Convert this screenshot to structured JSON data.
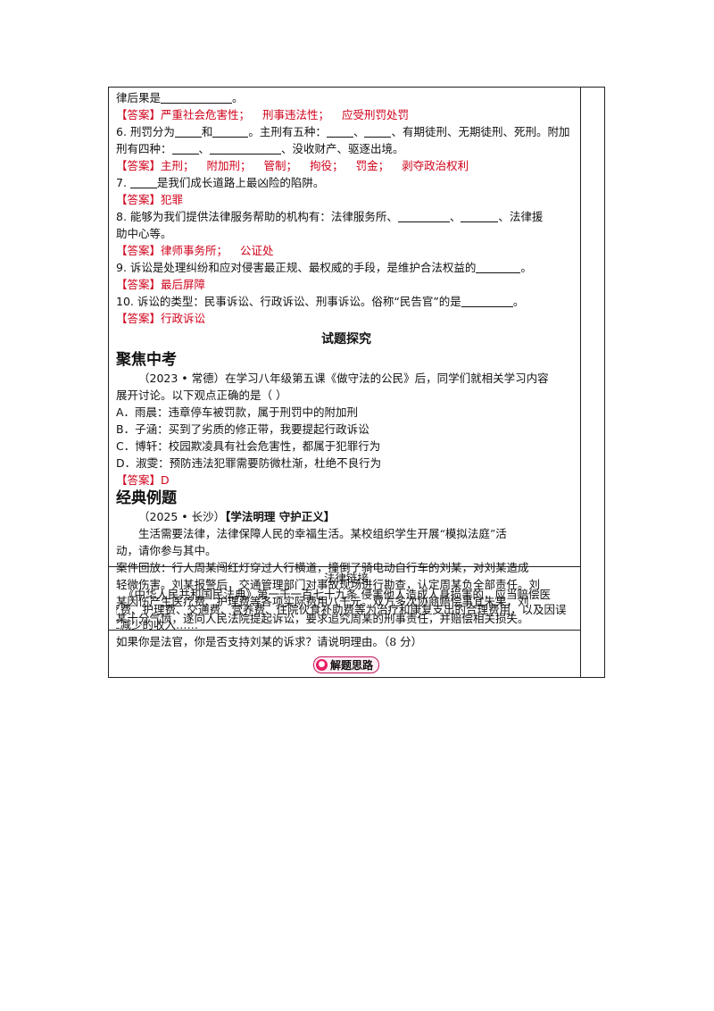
{
  "q_prev_tail": "律后果是",
  "q_prev_end": "。",
  "answer_label": "【答案】",
  "a5": [
    "严重社会危害性；",
    "刑事违法性；",
    "应受刑罚处罚"
  ],
  "q6": {
    "p1": "6. 刑罚分为",
    "p2": "和",
    "p3": "。主刑有五种：",
    "p4": "、",
    "p5": "、有期徒刑、无期徒刑、死刑。附加",
    "p6": "刑有四种：",
    "p7": "、",
    "p8": "、没收财产、驱逐出境。"
  },
  "a6": [
    "主刑；",
    "附加刑；",
    "管制；",
    "拘役；",
    "罚金；",
    "剥夺政治权利"
  ],
  "q7": {
    "p1": "7. ",
    "p2": "是我们成长道路上最凶险的陷阱。"
  },
  "a7": "犯罪",
  "q8": {
    "p1": "8. 能够为我们提供法律服务帮助的机构有：法律服务所、",
    "p2": "、",
    "p3": "、法律援",
    "p4": "助中心等。"
  },
  "a8": [
    "律师事务所；",
    "公证处"
  ],
  "q9": {
    "p1": "9. 诉讼是处理纠纷和应对侵害最正规、最权威的手段，是维护合法权益的",
    "p2": "。"
  },
  "a9": "最后屏障",
  "q10": {
    "p1": "10. 诉讼的类型：民事诉讼、行政诉讼、刑事诉讼。俗称“民告官”的是",
    "p2": "。"
  },
  "a10": "行政诉讼",
  "section_title": "试题探究",
  "focus_title": "聚焦中考",
  "focus_q": {
    "line1": "（2023 • 常德）在学习八年级第五课《做守法的公民》后，同学们就相关学习内容",
    "line2": "展开讨论。以下观点正确的是（    ）",
    "options": [
      "A．雨晨：违章停车被罚款，属于刑罚中的附加刑",
      "B．子涵：买到了劣质的修正带，我要提起行政诉讼",
      "C．博轩：校园欺凌具有社会危害性，都属于犯罪行为",
      "D．淑雯：预防违法犯罪需要防微杜渐，杜绝不良行为"
    ],
    "answer": "D"
  },
  "classic_title": "经典例题",
  "classic": {
    "source": "（2025 • 长沙）",
    "tag": "【学法明理  守护正义】",
    "intro1": "生活需要法律，法律保障人民的幸福生活。某校组织学生开展“模拟法庭”活",
    "intro2": "动，请你参与其中。",
    "case": [
      "案件回放：行人周某闯红灯穿过人行横道，撞倒了骑电动自行车的刘某，对刘某造成",
      "轻微伤害。刘某报警后，交通管理部门对事故现场进行勘查，认定周某负全部责任。刘",
      "某因伤产生医疗费、护理费等各项实际费用八千元。双方多次协商赔偿事宜未果，刘",
      "某十分气愤，遂向人民法院提起诉讼，要求追究周某的刑事责任，并赔偿相关损失。"
    ]
  },
  "law": {
    "head": "法律链接",
    "text": [
      "《中华人民共和国民法典》第一千一百七十九条  侵害他人造成人身损害的，应当赔偿医",
      "疗费、护理费、交通费、营养费、住院伙食补助费等为治疗和康复支出的合理费用，以及因误",
      "工减少的收入……"
    ]
  },
  "question": "如果你是法官，你是否支持刘某的诉求？请说明理由。（8 分）",
  "hint_button": "解题思路",
  "hint_icon": "lock-icon"
}
